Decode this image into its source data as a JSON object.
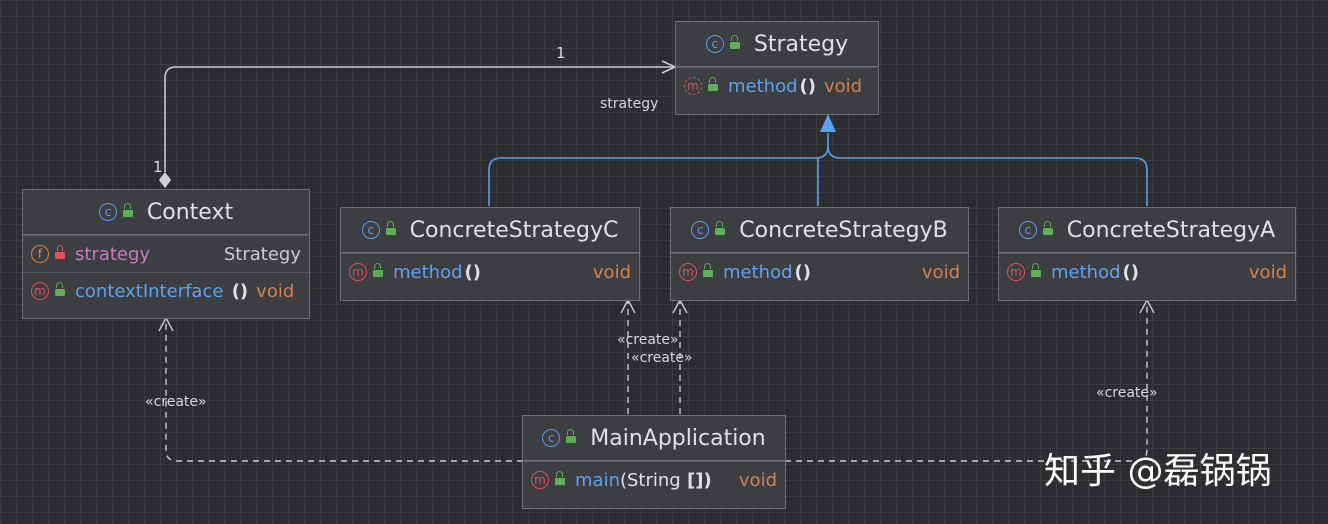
{
  "classes": {
    "strategy": {
      "name": "Strategy",
      "method": "method",
      "parens": "()",
      "ret": "void"
    },
    "context": {
      "name": "Context",
      "field": "strategy",
      "field_type": "Strategy",
      "method": "contextInterface",
      "parens": " ()",
      "ret": "void"
    },
    "concrete_c": {
      "name": "ConcreteStrategyC",
      "method": "method",
      "parens": "()",
      "ret": "void"
    },
    "concrete_b": {
      "name": "ConcreteStrategyB",
      "method": "method",
      "parens": "()",
      "ret": "void"
    },
    "concrete_a": {
      "name": "ConcreteStrategyA",
      "method": "method",
      "parens": "()",
      "ret": "void"
    },
    "main_app": {
      "name": "MainApplication",
      "method": "main",
      "args": "(String",
      "args_b": " [])",
      "ret": "void"
    }
  },
  "icons": {
    "class_letter": "c",
    "method_letter": "m",
    "field_letter": "f",
    "class_color": "#5f9bf0",
    "method_color": "#d8555c",
    "field_color": "#d58a3e",
    "public_color": "#5fae57",
    "realization_color": "#5aa0f2"
  },
  "edges": {
    "aggregation_mult_target": "1",
    "aggregation_mult_source": "1",
    "aggregation_role": "strategy",
    "create_context": "«create»",
    "create_c": "«create»",
    "create_b": "«create»",
    "create_a": "«create»"
  },
  "watermark": "知乎 @磊锅锅"
}
